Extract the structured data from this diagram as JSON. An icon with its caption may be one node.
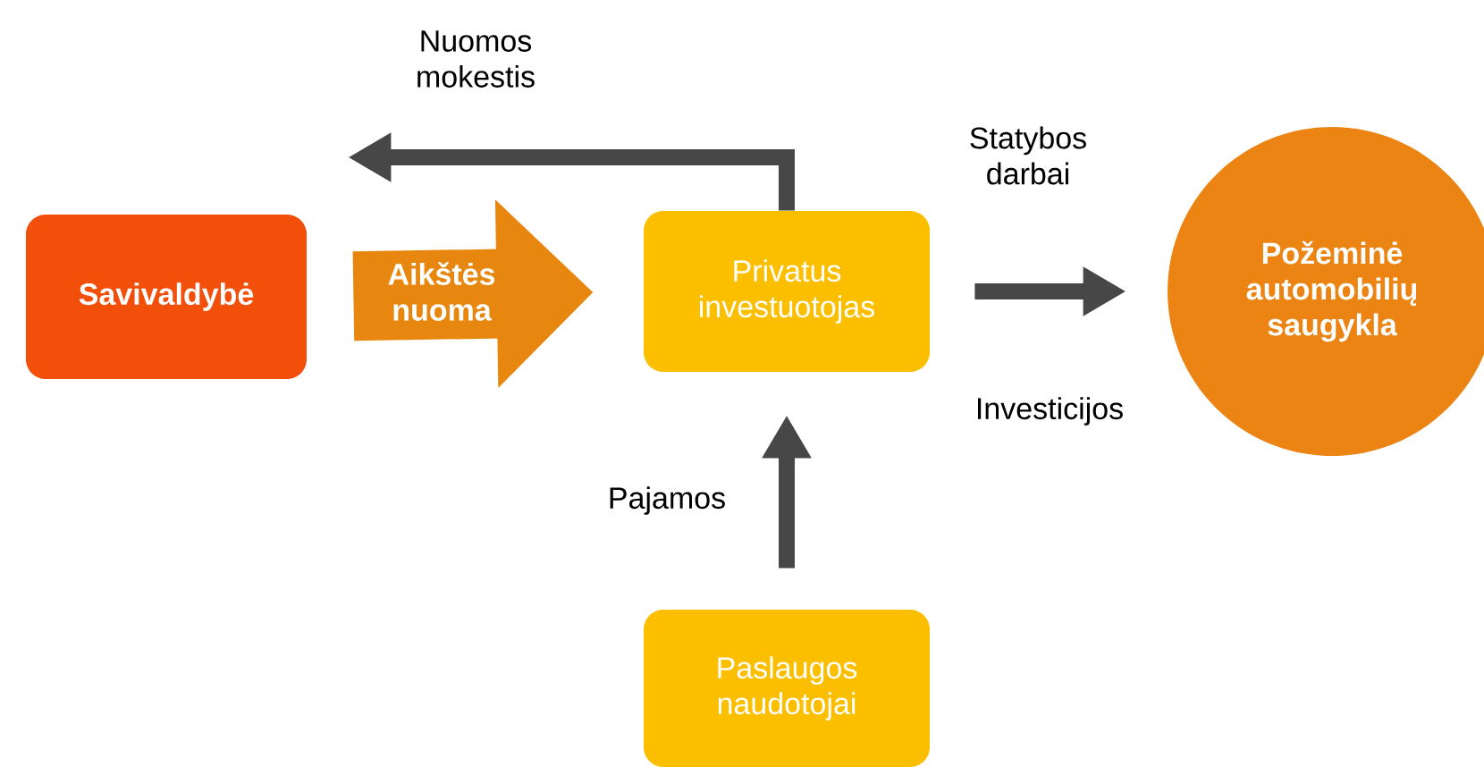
{
  "diagram": {
    "nodes": [
      {
        "text": [
          "Savivaldybė"
        ]
      },
      {
        "text": [
          "Privatus investuotojas"
        ]
      },
      {
        "text": [
          "Požeminė automobilių saugykla"
        ]
      },
      {
        "text": [
          "Paslaugos naudotojai"
        ]
      }
    ],
    "edges": [
      {
        "from": 1,
        "to": 0,
        "arrow": "to",
        "label": "Nuomos mokestis"
      },
      {
        "from": 0,
        "to": 1,
        "arrow": "to",
        "label": "Aikštės nuoma",
        "style": "thick",
        "color": "#e8870f"
      },
      {
        "from": 1,
        "to": 2,
        "arrow": "to",
        "label": "Statybos darbai"
      },
      {
        "from": 3,
        "to": 1,
        "arrow": "to",
        "label": "Pajamos"
      }
    ],
    "labels": [
      "Investicijos"
    ]
  }
}
